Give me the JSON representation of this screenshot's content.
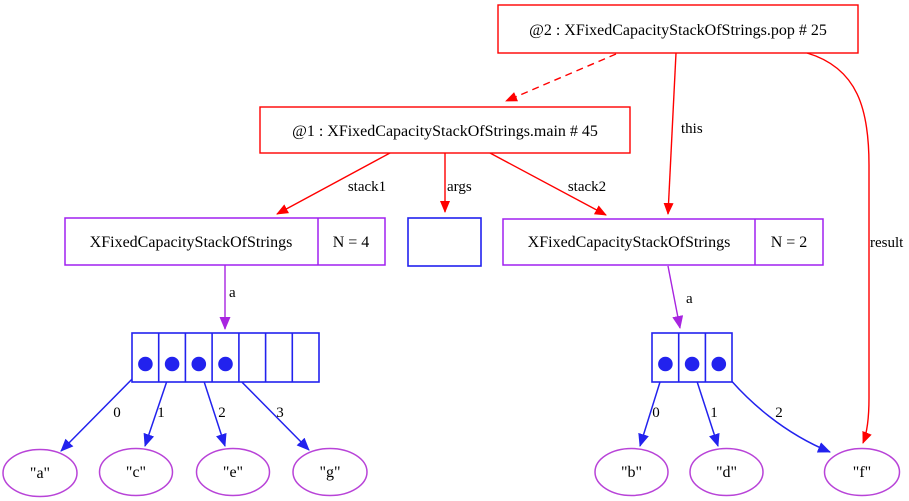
{
  "diagram": {
    "frames": [
      {
        "label": "@2 : XFixedCapacityStackOfStrings.pop # 25"
      },
      {
        "label": "@1 : XFixedCapacityStackOfStrings.main # 45"
      }
    ],
    "objects": [
      {
        "class_name": "XFixedCapacityStackOfStrings",
        "size_field": "N = 4"
      },
      {
        "class_name": "XFixedCapacityStackOfStrings",
        "size_field": "N = 2"
      }
    ],
    "edges": {
      "stack1": "stack1",
      "args": "args",
      "stack2": "stack2",
      "this": "this",
      "result": "result",
      "a_left": "a",
      "a_right": "a"
    },
    "arrays": {
      "left": {
        "indices": [
          "0",
          "1",
          "2",
          "3"
        ]
      },
      "right": {
        "indices": [
          "0",
          "1",
          "2"
        ]
      }
    },
    "strings": {
      "left": [
        "\"a\"",
        "\"c\"",
        "\"e\"",
        "\"g\""
      ],
      "right": [
        "\"b\"",
        "\"d\"",
        "\"f\""
      ]
    },
    "colors": {
      "frame_red": "#ff0000",
      "object_purple": "#a020f0",
      "array_blue": "#2222ee",
      "string_purple": "#b843d8",
      "text_black": "#000000"
    }
  }
}
